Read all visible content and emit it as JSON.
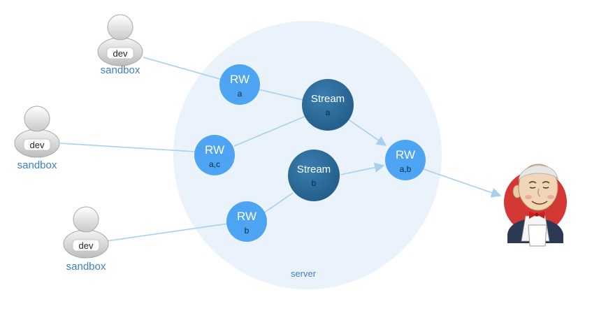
{
  "server": {
    "label": "server"
  },
  "users": [
    {
      "badge": "dev",
      "caption": "sandbox"
    },
    {
      "badge": "dev",
      "caption": "sandbox"
    },
    {
      "badge": "dev",
      "caption": "sandbox"
    }
  ],
  "nodes": {
    "rw_a": {
      "title": "RW",
      "sub": "a"
    },
    "rw_ac": {
      "title": "RW",
      "sub": "a,c"
    },
    "rw_b": {
      "title": "RW",
      "sub": "b"
    },
    "rw_ab": {
      "title": "RW",
      "sub": "a,b"
    },
    "stream_a": {
      "title": "Stream",
      "sub": "a"
    },
    "stream_b": {
      "title": "Stream",
      "sub": "b"
    }
  },
  "colors": {
    "server_fill": "#eaf3fb",
    "rw_fill": "#4da4f2",
    "stream_fill": "#2a6b9c",
    "edge": "#a6d0f0",
    "caption": "#3b7fc4",
    "jenkins_red": "#d33834",
    "jenkins_skin": "#f0d6b7",
    "jenkins_hair": "#e8e6e3",
    "jenkins_bowtie": "#c8201a"
  },
  "icons": {
    "user": "user-avatar-icon",
    "jenkins": "jenkins-butler-icon"
  }
}
